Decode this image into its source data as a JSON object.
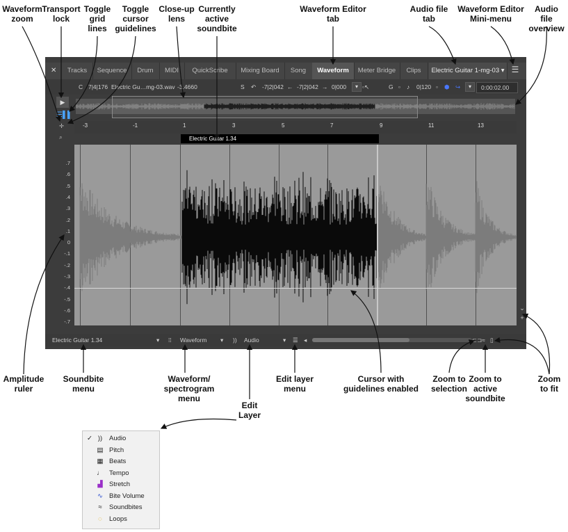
{
  "callouts": {
    "waveform_zoom": "Waveform\nzoom",
    "transport_lock": "Transport\nlock",
    "toggle_grid": "Toggle\ngrid\nlines",
    "toggle_cursor": "Toggle\ncursor\nguidelines",
    "closeup_lens": "Close-up\nlens",
    "active_soundbite": "Currently\nactive\nsoundbite",
    "editor_tab": "Waveform Editor\ntab",
    "audio_file_tab": "Audio file\ntab",
    "mini_menu": "Waveform Editor\nMini-menu",
    "file_overview": "Audio file\noverview",
    "amplitude_ruler": "Amplitude\nruler",
    "soundbite_menu": "Soundbite\nmenu",
    "wave_spec_menu": "Waveform/\nspectrogram\nmenu",
    "edit_layer": "Edit\nLayer",
    "edit_layer_menu": "Edit layer\nmenu",
    "cursor_guidelines": "Cursor with\nguidelines enabled",
    "zoom_selection": "Zoom to\nselection",
    "zoom_active": "Zoom to\nactive\nsoundbite",
    "zoom_fit": "Zoom\nto fit"
  },
  "tabs": [
    {
      "label": "Tracks"
    },
    {
      "label": "Sequence"
    },
    {
      "label": "Drum"
    },
    {
      "label": "MIDI"
    },
    {
      "label": "QuickScribe"
    },
    {
      "label": "Mixing Board"
    },
    {
      "label": "Song"
    },
    {
      "label": "Waveform"
    },
    {
      "label": "Meter Bridge"
    },
    {
      "label": "Clips"
    }
  ],
  "file_tab": "Electric Guitar 1-mg-03",
  "close_glyph": "✕",
  "mini_menu_glyph": "☰",
  "toolbar": {
    "c_label": "C",
    "c_value": "7|4|176",
    "filename": "Electric Gu…mg-03.wav",
    "db_value": "-3.4660",
    "s_label": "S",
    "start": "-7|2|042",
    "end": "-7|2|042",
    "length": "0|000",
    "g_label": "G",
    "grid_value": "0|120",
    "time": "0:00:02.00"
  },
  "ruler_ticks": [
    "-3",
    "-1",
    "1",
    "3",
    "5",
    "7",
    "9",
    "11",
    "13"
  ],
  "soundbite_name": "Electric Guitar 1.34",
  "amplitude": [
    ".7",
    ".6",
    ".5",
    ".4",
    ".3",
    ".2",
    ".1",
    "0",
    "-.1",
    "-.2",
    "-.3",
    "-.4",
    "-.5",
    "-.6",
    "-.7"
  ],
  "bottom": {
    "soundbite": "Electric Guitar 1.34",
    "view_mode": "Waveform",
    "edit_layer": "Audio"
  },
  "edit_layer_menu": [
    {
      "label": "Audio",
      "checked": true,
      "icon": "audio-icon"
    },
    {
      "label": "Pitch",
      "checked": false,
      "icon": "pitch-icon"
    },
    {
      "label": "Beats",
      "checked": false,
      "icon": "beats-icon"
    },
    {
      "label": "Tempo",
      "checked": false,
      "icon": "tempo-icon"
    },
    {
      "label": "Stretch",
      "checked": false,
      "icon": "stretch-icon"
    },
    {
      "label": "Bite Volume",
      "checked": false,
      "icon": "bite-volume-icon"
    },
    {
      "label": "Soundbites",
      "checked": false,
      "icon": "soundbites-icon"
    },
    {
      "label": "Loops",
      "checked": false,
      "icon": "loops-icon"
    }
  ]
}
